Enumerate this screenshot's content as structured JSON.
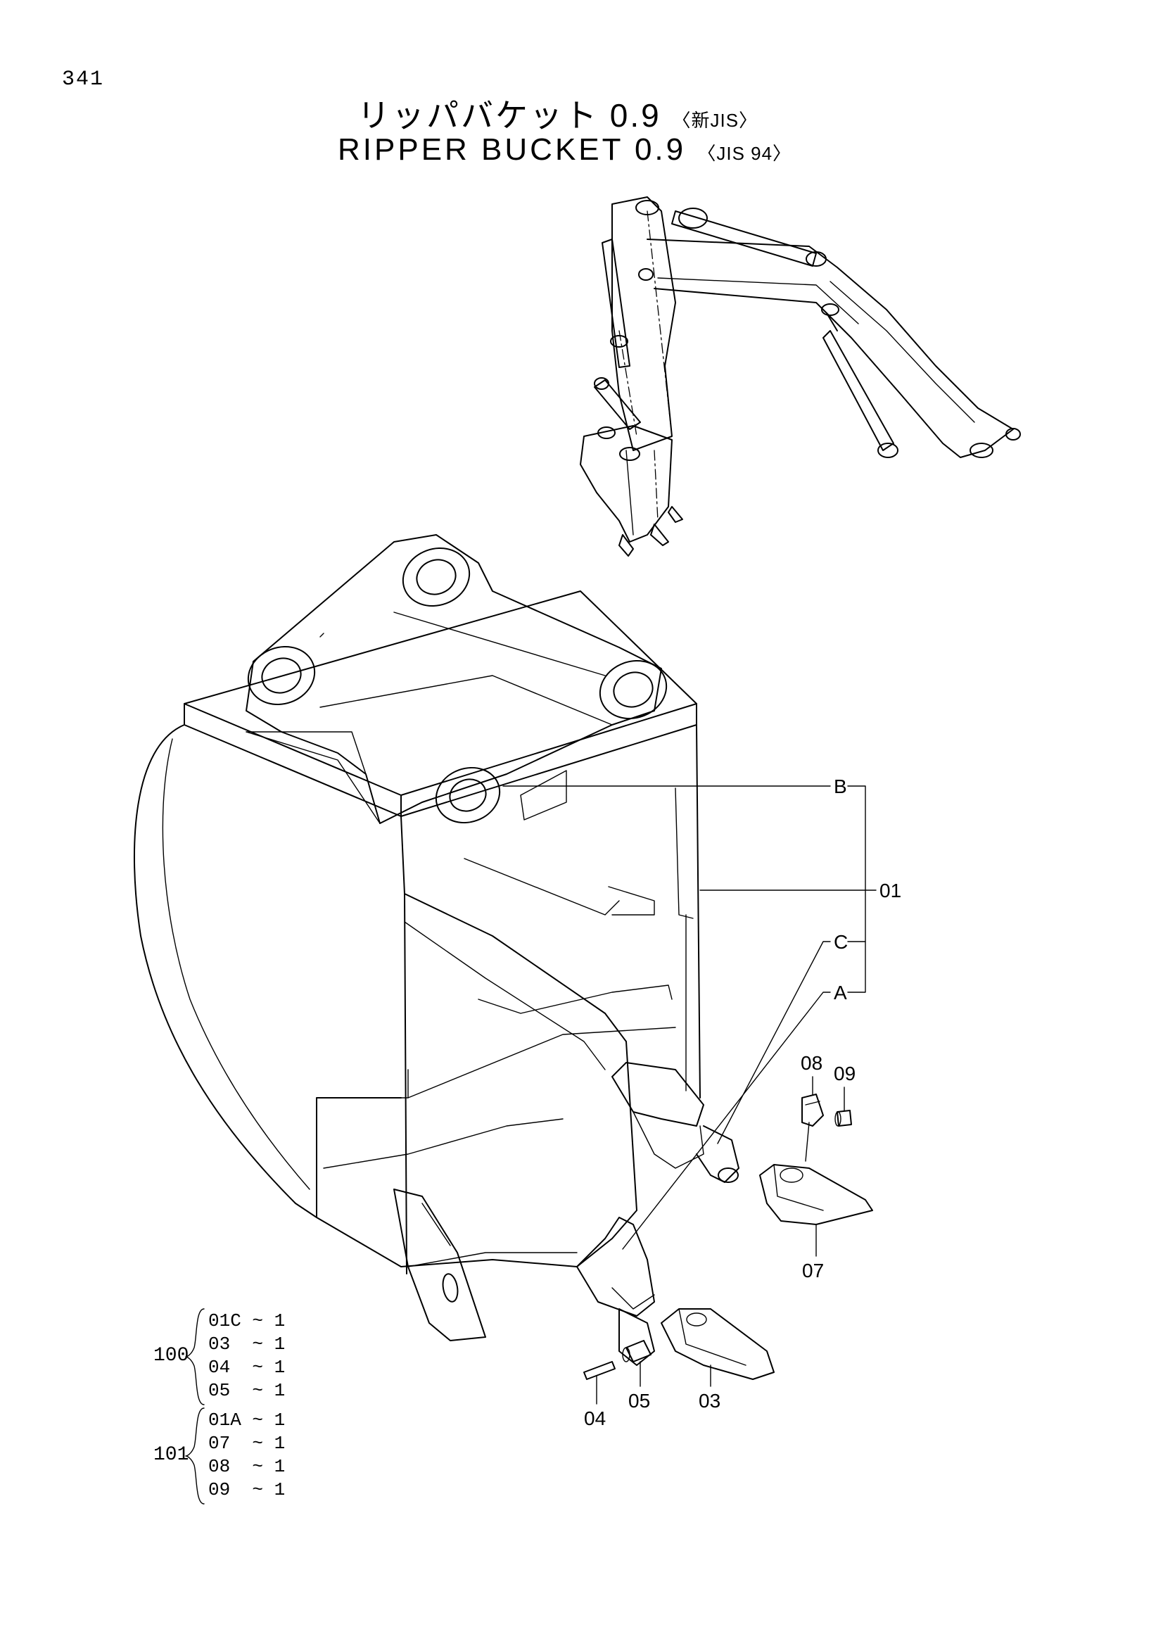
{
  "page_number": "341",
  "title_jp": {
    "text": "リッパバケット 0.9",
    "tag": "〈新JIS〉"
  },
  "title_en": {
    "text": "RIPPER  BUCKET  0.9",
    "tag": "〈JIS 94〉"
  },
  "callouts": {
    "B": "B",
    "part_01": "01",
    "C": "C",
    "A": "A",
    "part_08": "08",
    "part_09": "09",
    "part_07": "07",
    "part_04": "04",
    "part_05": "05",
    "part_03": "03"
  },
  "kits": [
    {
      "id": "100",
      "rows": [
        "01C ~ 1",
        "03  ~ 1",
        "04  ~ 1",
        "05  ~ 1"
      ]
    },
    {
      "id": "101",
      "rows": [
        "01A ~ 1",
        "07  ~ 1",
        "08  ~ 1",
        "09  ~ 1"
      ]
    }
  ]
}
